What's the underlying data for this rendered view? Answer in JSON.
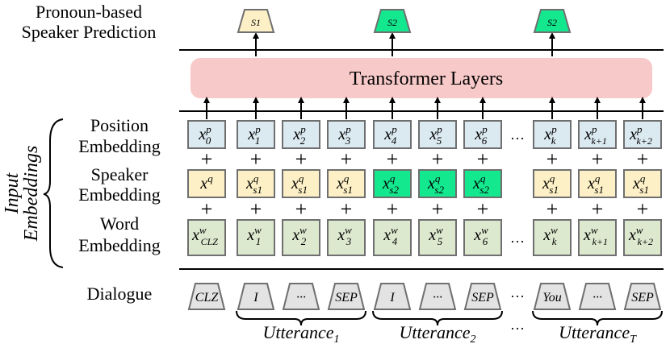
{
  "labels": {
    "prediction_line1": "Pronoun-based",
    "prediction_line2": "Speaker Prediction",
    "transformer": "Transformer Layers",
    "position_line1": "Position",
    "position_line2": "Embedding",
    "speaker_line1": "Speaker",
    "speaker_line2": "Embedding",
    "word_line1": "Word",
    "word_line2": "Embedding",
    "input_line1": "Input",
    "input_line2": "Embeddings",
    "dialogue": "Dialogue"
  },
  "predictions": [
    {
      "label": "S1",
      "color": "#fdf0c6"
    },
    {
      "label": "S2",
      "color": "#14e88f"
    },
    {
      "label": "S2",
      "color": "#14e88f"
    }
  ],
  "columns": [
    {
      "pos_base": "x",
      "pos_sub": "0",
      "spk_sub": "",
      "spk_color": "#fdf0c6",
      "word_sub": "CLZ",
      "token": "CLZ"
    },
    {
      "pos_base": "x",
      "pos_sub": "1",
      "spk_sub": "s1",
      "spk_color": "#fdf0c6",
      "word_sub": "1",
      "token": "I"
    },
    {
      "pos_base": "x",
      "pos_sub": "2",
      "spk_sub": "s1",
      "spk_color": "#fdf0c6",
      "word_sub": "2",
      "token": "···"
    },
    {
      "pos_base": "x",
      "pos_sub": "3",
      "spk_sub": "s1",
      "spk_color": "#fdf0c6",
      "word_sub": "3",
      "token": "SEP"
    },
    {
      "pos_base": "x",
      "pos_sub": "4",
      "spk_sub": "s2",
      "spk_color": "#14e88f",
      "word_sub": "4",
      "token": "I"
    },
    {
      "pos_base": "x",
      "pos_sub": "5",
      "spk_sub": "s2",
      "spk_color": "#14e88f",
      "word_sub": "5",
      "token": "···"
    },
    {
      "pos_base": "x",
      "pos_sub": "6",
      "spk_sub": "s2",
      "spk_color": "#14e88f",
      "word_sub": "6",
      "token": "SEP"
    },
    {
      "pos_base": "x",
      "pos_sub": "k",
      "spk_sub": "s1",
      "spk_color": "#fdf0c6",
      "word_sub": "k",
      "token": "You"
    },
    {
      "pos_base": "x",
      "pos_sub": "k+1",
      "spk_sub": "s1",
      "spk_color": "#fdf0c6",
      "word_sub": "k+1",
      "token": "···"
    },
    {
      "pos_base": "x",
      "pos_sub": "k+2",
      "spk_sub": "s1",
      "spk_color": "#fdf0c6",
      "word_sub": "k+2",
      "token": "SEP"
    }
  ],
  "superscripts": {
    "position": "p",
    "speaker": "q",
    "word": "w"
  },
  "plus": "+",
  "ellipsis": "···",
  "utterances": [
    {
      "base": "Utterance",
      "sub": "1"
    },
    {
      "base": "Utterance",
      "sub": "2"
    },
    {
      "base": "Utterance",
      "sub": "T"
    }
  ],
  "colors": {
    "position_box": "#dbe9f1",
    "word_box": "#dde9cf",
    "transformer_fill": "#f8c9c9",
    "token_fill": "#e3e3e3",
    "box_stroke": "#6f6f6f"
  }
}
